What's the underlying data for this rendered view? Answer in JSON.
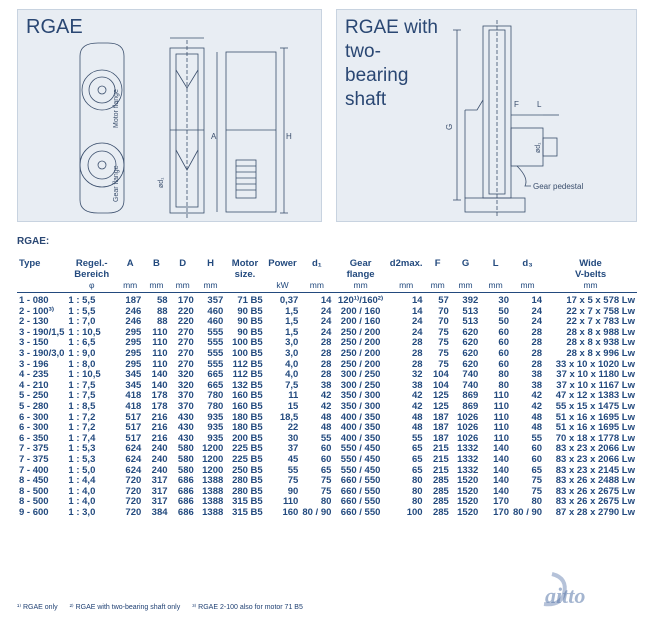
{
  "panel_left": {
    "title": "RGAE",
    "labels": {
      "motor_flange": "Motor flange",
      "gear_flange": "Gear flange",
      "a": "A",
      "h": "H",
      "d": "ød₁"
    }
  },
  "panel_right": {
    "title": "RGAE with\ntwo-\nbearing\nshaft",
    "labels": {
      "f": "F",
      "l": "L",
      "g": "G",
      "d": "ød₁",
      "gear_pedestal": "Gear pedestal"
    }
  },
  "table": {
    "section_title": "RGAE:",
    "headers": [
      "Type",
      "Regel.-\nBereich",
      "A",
      "B",
      "D",
      "H",
      "Motor\nsize.",
      "Power",
      "d₁",
      "Gear\nflange",
      "d2max.",
      "F",
      "G",
      "L",
      "d₃",
      "Wide\nV-belts"
    ],
    "units": [
      "",
      "φ",
      "mm",
      "mm",
      "mm",
      "mm",
      "",
      "kW",
      "mm",
      "mm",
      "mm",
      "mm",
      "mm",
      "mm",
      "mm",
      "mm"
    ],
    "rows": [
      [
        "1 - 080",
        "1 : 5,5",
        "187",
        "58",
        "170",
        "357",
        "71 B5",
        "0,37",
        "14",
        "120¹⁾/160²⁾",
        "14",
        "57",
        "392",
        "30",
        "14",
        "17 x 5 x 578 Lw"
      ],
      [
        "2 - 100³⁾",
        "1 : 5,5",
        "246",
        "88",
        "220",
        "460",
        "90 B5",
        "1,5",
        "24",
        "200 / 160",
        "14",
        "70",
        "513",
        "50",
        "24",
        "22 x 7 x 758 Lw"
      ],
      [
        "2 - 130",
        "1 : 7,0",
        "246",
        "88",
        "220",
        "460",
        "90 B5",
        "1,5",
        "24",
        "200 / 160",
        "24",
        "70",
        "513",
        "50",
        "24",
        "22 x 7 x 783 Lw"
      ],
      [
        "3 - 190/1,5",
        "1 : 10,5",
        "295",
        "110",
        "270",
        "555",
        "90 B5",
        "1,5",
        "24",
        "250 / 200",
        "24",
        "75",
        "620",
        "60",
        "28",
        "28 x 8 x 988 Lw"
      ],
      [
        "3 - 150",
        "1 : 6,5",
        "295",
        "110",
        "270",
        "555",
        "100 B5",
        "3,0",
        "28",
        "250 / 200",
        "28",
        "75",
        "620",
        "60",
        "28",
        "28 x 8 x 938 Lw"
      ],
      [
        "3 - 190/3,0",
        "1 : 9,0",
        "295",
        "110",
        "270",
        "555",
        "100 B5",
        "3,0",
        "28",
        "250 / 200",
        "28",
        "75",
        "620",
        "60",
        "28",
        "28 x 8 x 996 Lw"
      ],
      [
        "3 - 196",
        "1 : 8,0",
        "295",
        "110",
        "270",
        "555",
        "112 B5",
        "4,0",
        "28",
        "250 / 200",
        "28",
        "75",
        "620",
        "60",
        "28",
        "33 x 10 x 1020 Lw"
      ],
      [
        "4 - 235",
        "1 : 10,5",
        "345",
        "140",
        "320",
        "665",
        "112 B5",
        "4,0",
        "28",
        "300 / 250",
        "32",
        "104",
        "740",
        "80",
        "38",
        "37 x 10 x 1180 Lw"
      ],
      [
        "4 - 210",
        "1 : 7,5",
        "345",
        "140",
        "320",
        "665",
        "132 B5",
        "7,5",
        "38",
        "300 / 250",
        "38",
        "104",
        "740",
        "80",
        "38",
        "37 x 10 x 1167 Lw"
      ],
      [
        "5 - 250",
        "1 : 7,5",
        "418",
        "178",
        "370",
        "780",
        "160 B5",
        "11",
        "42",
        "350 / 300",
        "42",
        "125",
        "869",
        "110",
        "42",
        "47 x 12 x 1383 Lw"
      ],
      [
        "5 - 280",
        "1 : 8,5",
        "418",
        "178",
        "370",
        "780",
        "160 B5",
        "15",
        "42",
        "350 / 300",
        "42",
        "125",
        "869",
        "110",
        "42",
        "55 x 15 x 1475 Lw"
      ],
      [
        "6 - 300",
        "1 : 7,2",
        "517",
        "216",
        "430",
        "935",
        "180 B5",
        "18,5",
        "48",
        "400 / 350",
        "48",
        "187",
        "1026",
        "110",
        "48",
        "51 x 16 x 1695 Lw"
      ],
      [
        "6 - 300",
        "1 : 7,2",
        "517",
        "216",
        "430",
        "935",
        "180 B5",
        "22",
        "48",
        "400 / 350",
        "48",
        "187",
        "1026",
        "110",
        "48",
        "51 x 16 x 1695 Lw"
      ],
      [
        "6 - 350",
        "1 : 7,4",
        "517",
        "216",
        "430",
        "935",
        "200 B5",
        "30",
        "55",
        "400 / 350",
        "55",
        "187",
        "1026",
        "110",
        "55",
        "70 x 18 x 1778 Lw"
      ],
      [
        "7 - 375",
        "1 : 5,3",
        "624",
        "240",
        "580",
        "1200",
        "225 B5",
        "37",
        "60",
        "550 / 450",
        "65",
        "215",
        "1332",
        "140",
        "60",
        "83 x 23 x 2066 Lw"
      ],
      [
        "7 - 375",
        "1 : 5,3",
        "624",
        "240",
        "580",
        "1200",
        "225 B5",
        "45",
        "60",
        "550 / 450",
        "65",
        "215",
        "1332",
        "140",
        "60",
        "83 x 23 x 2066 Lw"
      ],
      [
        "7 - 400",
        "1 : 5,0",
        "624",
        "240",
        "580",
        "1200",
        "250 B5",
        "55",
        "65",
        "550 / 450",
        "65",
        "215",
        "1332",
        "140",
        "65",
        "83 x 23 x 2145 Lw"
      ],
      [
        "8 - 450",
        "1 : 4,4",
        "720",
        "317",
        "686",
        "1388",
        "280 B5",
        "75",
        "75",
        "660 / 550",
        "80",
        "285",
        "1520",
        "140",
        "75",
        "83 x 26 x 2488 Lw"
      ],
      [
        "8 - 500",
        "1 : 4,0",
        "720",
        "317",
        "686",
        "1388",
        "280 B5",
        "90",
        "75",
        "660 / 550",
        "80",
        "285",
        "1520",
        "140",
        "75",
        "83 x 26 x 2675 Lw"
      ],
      [
        "8 - 500",
        "1 : 4,0",
        "720",
        "317",
        "686",
        "1388",
        "315 B5",
        "110",
        "80",
        "660 / 550",
        "80",
        "285",
        "1520",
        "170",
        "80",
        "83 x 26 x 2675 Lw"
      ],
      [
        "9 - 600",
        "1 : 3,0",
        "720",
        "384",
        "686",
        "1388",
        "315 B5",
        "160",
        "80 / 90",
        "660 / 550",
        "100",
        "285",
        "1520",
        "170",
        "80 / 90",
        "87 x 28 x 2790 Lw"
      ]
    ]
  },
  "footnotes": [
    "¹⁾ RGAE only",
    "²⁾ RGAE with two-bearing shaft only",
    "³⁾ RGAE 2-100 also for motor 71 B5"
  ],
  "logo": "aitto",
  "colors": {
    "text": "#234a7e",
    "panel": "#e8edf3"
  }
}
